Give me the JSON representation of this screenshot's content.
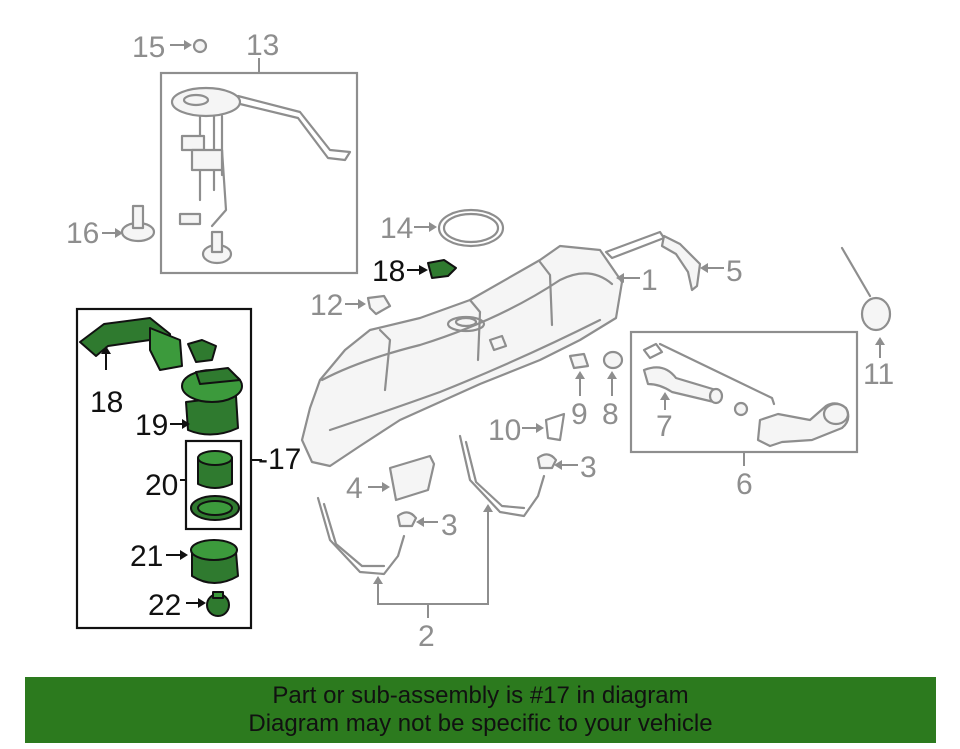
{
  "callouts": {
    "c1": "1",
    "c2": "2",
    "c3a": "3",
    "c3b": "3",
    "c4": "4",
    "c5": "5",
    "c6": "6",
    "c7": "7",
    "c8": "8",
    "c9": "9",
    "c10": "10",
    "c11": "11",
    "c12": "12",
    "c13": "13",
    "c14": "14",
    "c15": "15",
    "c16": "16",
    "c17": "-17",
    "c18a": "18",
    "c18b": "18",
    "c19": "19",
    "c20": "20",
    "c21": "21",
    "c22": "22"
  },
  "colors": {
    "line_gray": "#8e8e8e",
    "highlight_green": "#2f7a2f",
    "banner_green": "#2c7a1e",
    "text_dark": "#111111"
  },
  "banner": {
    "line1": "Part or sub-assembly is #17 in diagram",
    "line2": "Diagram may not be specific to your vehicle"
  }
}
